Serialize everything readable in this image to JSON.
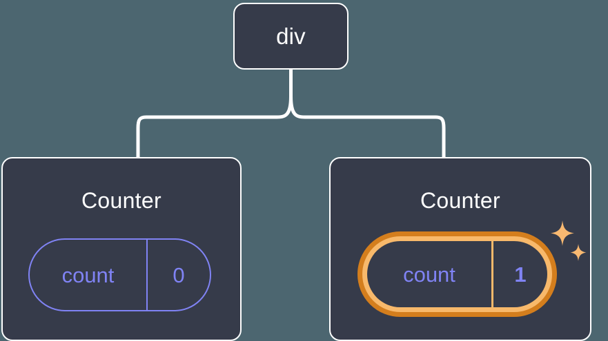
{
  "diagram": {
    "type": "component-tree",
    "background_color": "#4c6670",
    "node_fill_color": "#363b4a",
    "node_border_color": "#ffffff",
    "connector_color": "#ffffff",
    "accent_inactive_color": "#8083f4",
    "accent_highlight_outer_color": "#d47e1d",
    "accent_highlight_inner_color": "#f8b96b",
    "sparkle_color": "#f9b971"
  },
  "root": {
    "label": "div"
  },
  "children": [
    {
      "label": "Counter",
      "state": {
        "key": "count",
        "value": "0"
      },
      "highlighted": false
    },
    {
      "label": "Counter",
      "state": {
        "key": "count",
        "value": "1"
      },
      "highlighted": true,
      "sparkle_icons": [
        "sparkle-large-icon",
        "sparkle-small-icon"
      ]
    }
  ]
}
